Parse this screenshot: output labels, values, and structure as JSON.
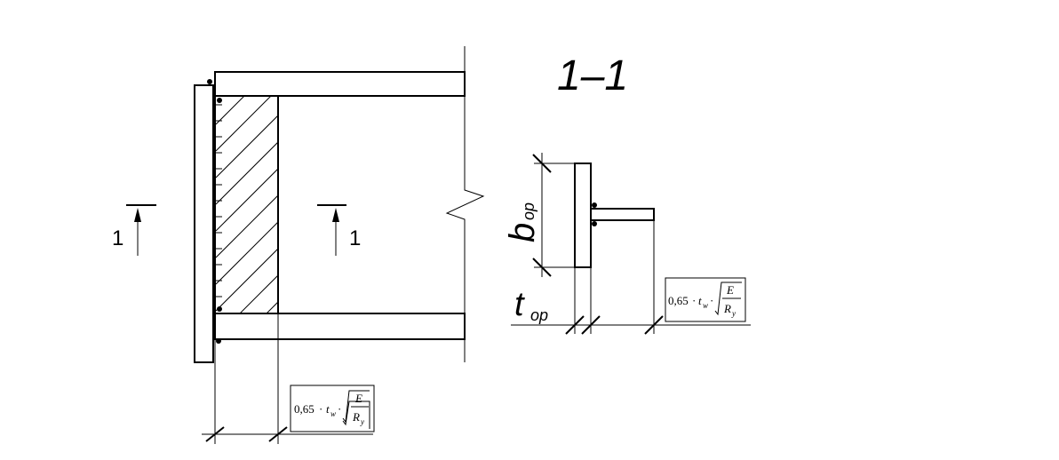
{
  "section_title": "1–1",
  "section_marks": {
    "left": "1",
    "right": "1"
  },
  "labels": {
    "b_main": "b",
    "b_sub": "op",
    "t_main": "t",
    "t_sub": "op"
  },
  "formula": {
    "coefficient": "0,65",
    "dot": "·",
    "t": "t",
    "t_sub": "w",
    "numerator": "E",
    "denominator": "R",
    "denominator_sub": "y"
  }
}
